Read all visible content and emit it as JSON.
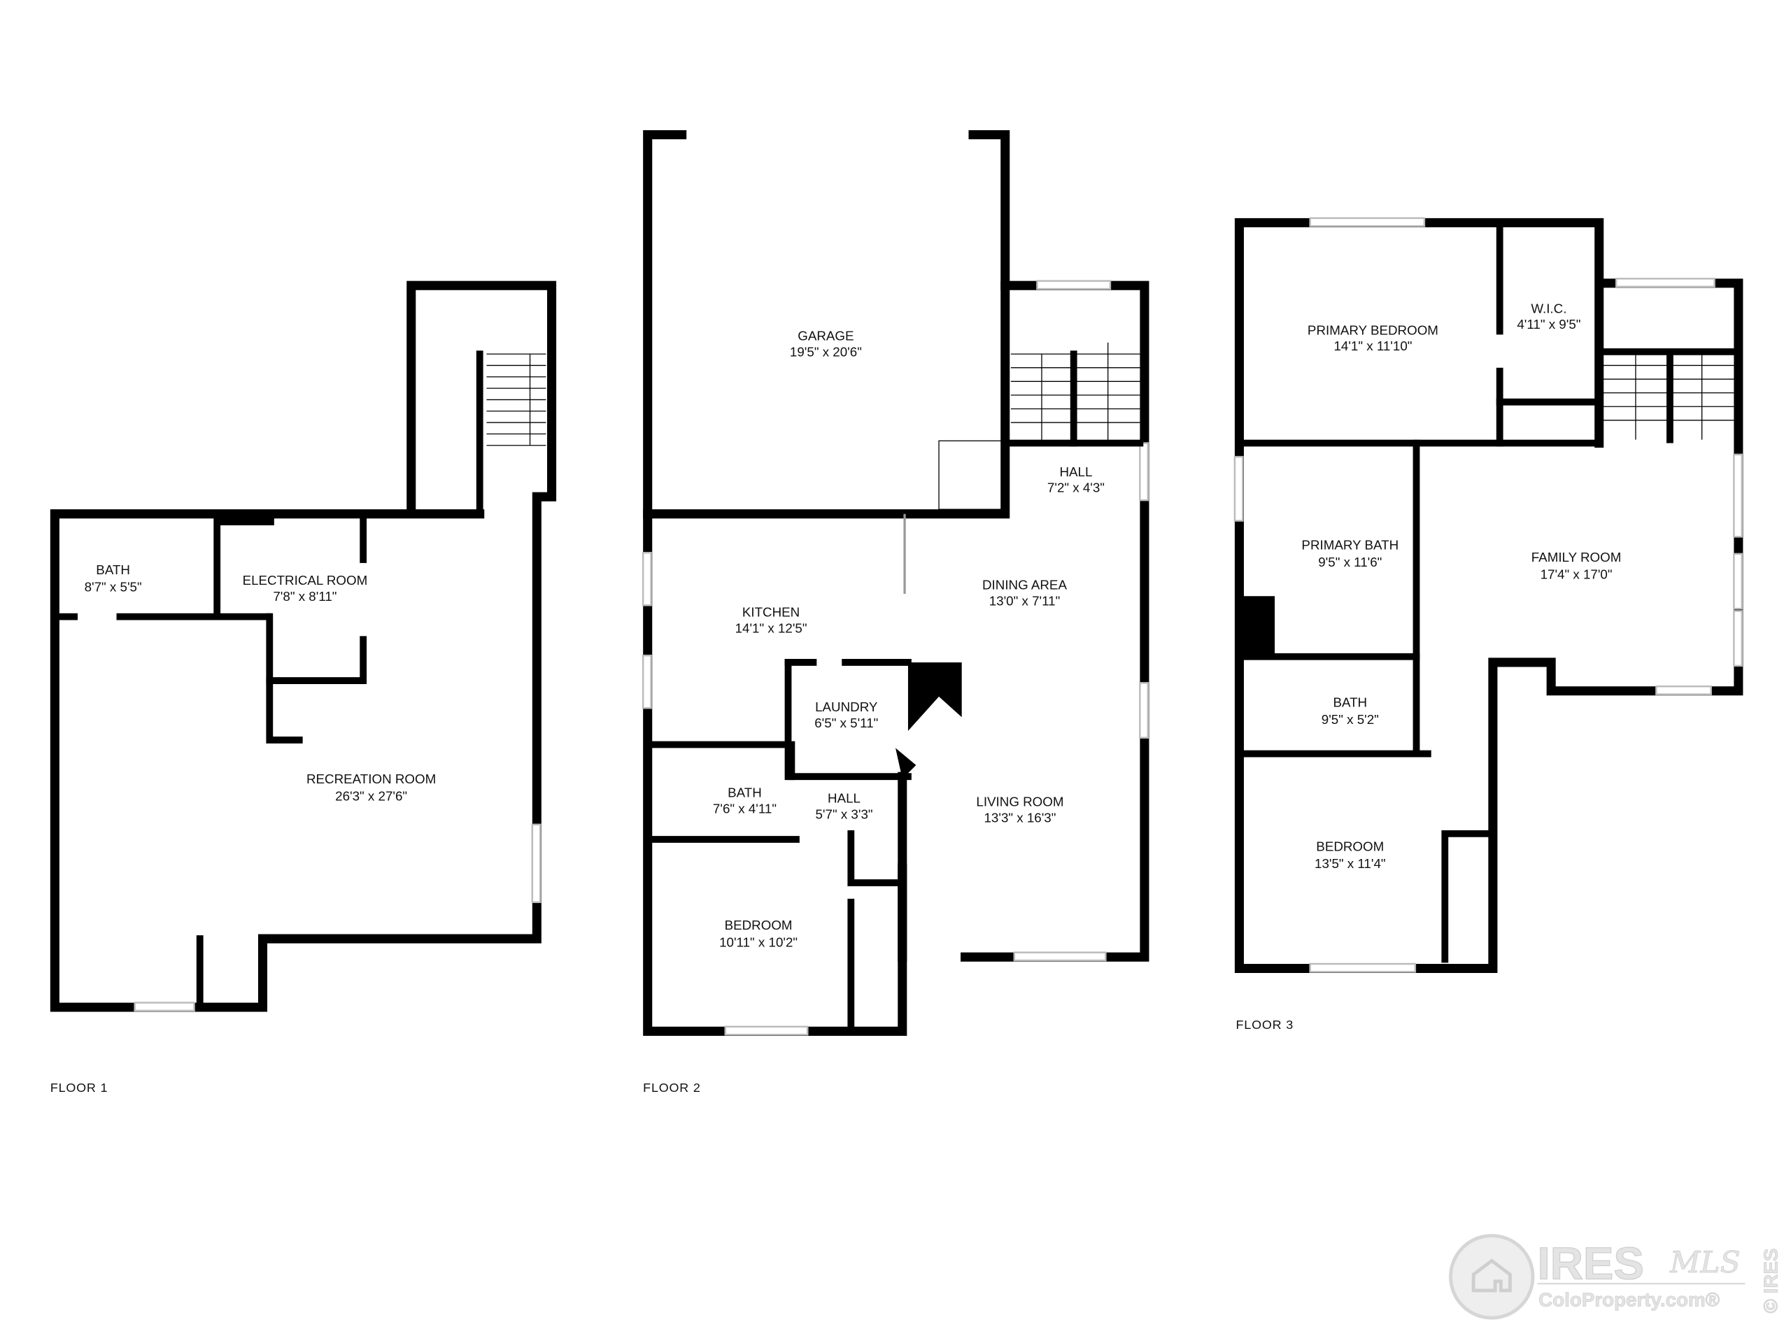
{
  "floors": [
    {
      "label": "FLOOR 1",
      "rooms": [
        {
          "name": "BATH",
          "dims": "8'7\" x 5'5\""
        },
        {
          "name": "ELECTRICAL ROOM",
          "dims": "7'8\" x 8'11\""
        },
        {
          "name": "RECREATION ROOM",
          "dims": "26'3\" x 27'6\""
        }
      ]
    },
    {
      "label": "FLOOR 2",
      "rooms": [
        {
          "name": "GARAGE",
          "dims": "19'5\" x 20'6\""
        },
        {
          "name": "HALL",
          "dims": "7'2\" x 4'3\""
        },
        {
          "name": "DINING AREA",
          "dims": "13'0\" x 7'11\""
        },
        {
          "name": "KITCHEN",
          "dims": "14'1\" x 12'5\""
        },
        {
          "name": "LAUNDRY",
          "dims": "6'5\" x 5'11\""
        },
        {
          "name": "BATH",
          "dims": "7'6\" x 4'11\""
        },
        {
          "name": "HALL",
          "dims": "5'7\" x 3'3\""
        },
        {
          "name": "LIVING ROOM",
          "dims": "13'3\" x 16'3\""
        },
        {
          "name": "BEDROOM",
          "dims": "10'11\" x 10'2\""
        }
      ]
    },
    {
      "label": "FLOOR 3",
      "rooms": [
        {
          "name": "PRIMARY BEDROOM",
          "dims": "14'1\" x 11'10\""
        },
        {
          "name": "W.I.C.",
          "dims": "4'11\" x 9'5\""
        },
        {
          "name": "PRIMARY BATH",
          "dims": "9'5\" x 11'6\""
        },
        {
          "name": "FAMILY ROOM",
          "dims": "17'4\" x 17'0\""
        },
        {
          "name": "BATH",
          "dims": "9'5\" x 5'2\""
        },
        {
          "name": "BEDROOM",
          "dims": "13'5\" x 11'4\""
        }
      ]
    }
  ],
  "watermark": {
    "brand": "IRES",
    "script": "MLS",
    "site": "ColoProperty.com®",
    "copyright": "© IRES"
  },
  "colors": {
    "wall": "#000000",
    "window": "#bbbbbb",
    "watermark": "#e4e4e4"
  }
}
